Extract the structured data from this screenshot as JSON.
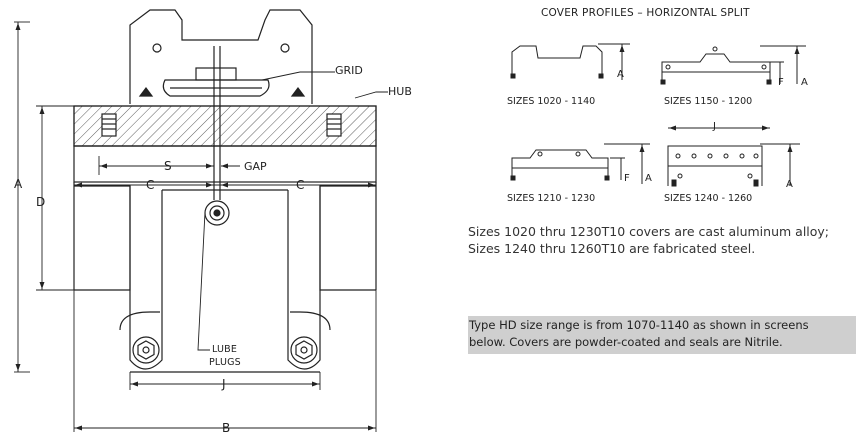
{
  "main_drawing": {
    "labels": {
      "grid": "GRID",
      "hub": "HUB",
      "a": "A",
      "d": "D",
      "s": "S",
      "gap": "GAP",
      "c_left": "C",
      "c_right": "C",
      "lube_line1": "LUBE",
      "lube_line2": "PLUGS",
      "j": "J",
      "b": "B"
    }
  },
  "cover_profiles": {
    "heading": "COVER PROFILES – HORIZONTAL SPLIT",
    "profiles": [
      {
        "caption": "SIZES 1020 - 1140",
        "dims": [
          "A"
        ]
      },
      {
        "caption": "SIZES 1150 - 1200",
        "dims": [
          "F",
          "A"
        ]
      },
      {
        "caption": "SIZES 1210 - 1230",
        "dims": [
          "F",
          "A"
        ]
      },
      {
        "caption": "SIZES 1240 - 1260",
        "dims": [
          "J",
          "A"
        ]
      }
    ]
  },
  "notes": {
    "line1": "Sizes 1020 thru 1230T10 covers are cast aluminum alloy;",
    "line2": "Sizes 1240 thru 1260T10 are fabricated steel."
  },
  "highlight_note": {
    "line1": "Type HD size range is from 1070-1140 as shown in screens",
    "line2": "below. Covers are powder-coated and seals are Nitrile."
  },
  "colors": {
    "line": "#222222",
    "highlight_bg": "#cfcfcf"
  }
}
